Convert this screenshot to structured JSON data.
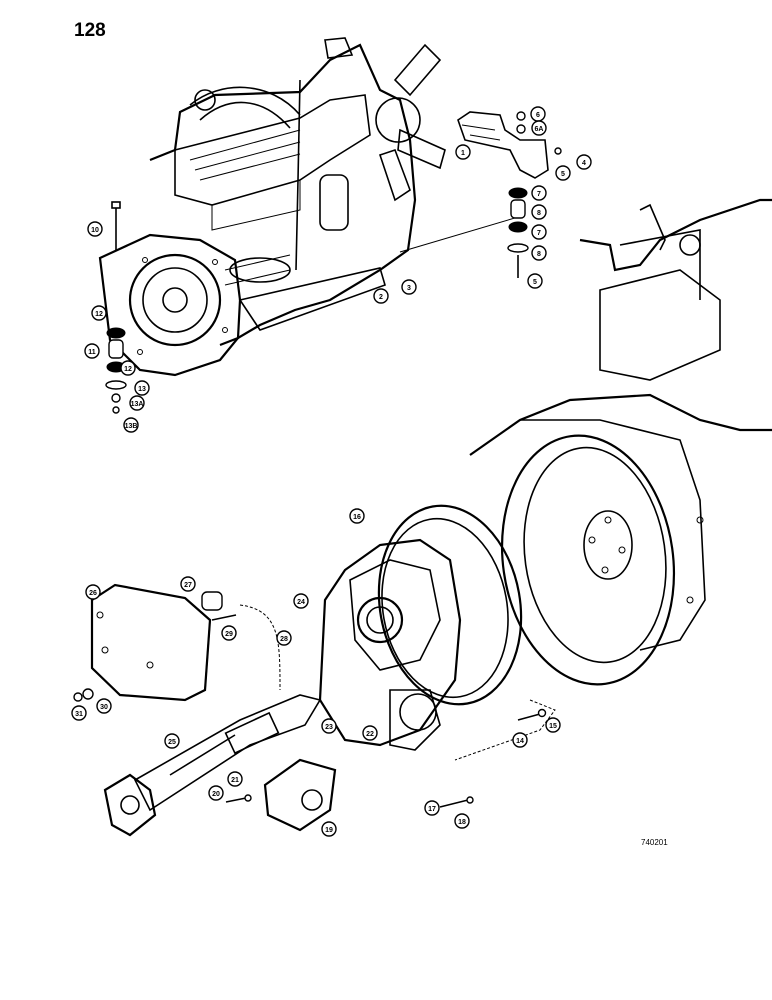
{
  "page": {
    "number": "128",
    "figure_code": "740201"
  },
  "callouts": [
    {
      "id": "c1",
      "label": "1"
    },
    {
      "id": "c2",
      "label": "2"
    },
    {
      "id": "c3",
      "label": "3"
    },
    {
      "id": "c4",
      "label": "4"
    },
    {
      "id": "c5a",
      "label": "5"
    },
    {
      "id": "c5b",
      "label": "5"
    },
    {
      "id": "c6",
      "label": "6"
    },
    {
      "id": "c6a",
      "label": "6A"
    },
    {
      "id": "c7a",
      "label": "7"
    },
    {
      "id": "c7b",
      "label": "7"
    },
    {
      "id": "c8a",
      "label": "8"
    },
    {
      "id": "c8b",
      "label": "8"
    },
    {
      "id": "c10",
      "label": "10"
    },
    {
      "id": "c11",
      "label": "11"
    },
    {
      "id": "c12a",
      "label": "12"
    },
    {
      "id": "c12b",
      "label": "12"
    },
    {
      "id": "c13",
      "label": "13"
    },
    {
      "id": "c13a",
      "label": "13A"
    },
    {
      "id": "c13b",
      "label": "13B"
    },
    {
      "id": "c14",
      "label": "14"
    },
    {
      "id": "c15",
      "label": "15"
    },
    {
      "id": "c16",
      "label": "16"
    },
    {
      "id": "c17",
      "label": "17"
    },
    {
      "id": "c18",
      "label": "18"
    },
    {
      "id": "c19",
      "label": "19"
    },
    {
      "id": "c20",
      "label": "20"
    },
    {
      "id": "c21",
      "label": "21"
    },
    {
      "id": "c22",
      "label": "22"
    },
    {
      "id": "c23",
      "label": "23"
    },
    {
      "id": "c24",
      "label": "24"
    },
    {
      "id": "c25",
      "label": "25"
    },
    {
      "id": "c26",
      "label": "26"
    },
    {
      "id": "c27",
      "label": "27"
    },
    {
      "id": "c28",
      "label": "28"
    },
    {
      "id": "c29",
      "label": "29"
    },
    {
      "id": "c30",
      "label": "30"
    },
    {
      "id": "c31",
      "label": "31"
    }
  ]
}
